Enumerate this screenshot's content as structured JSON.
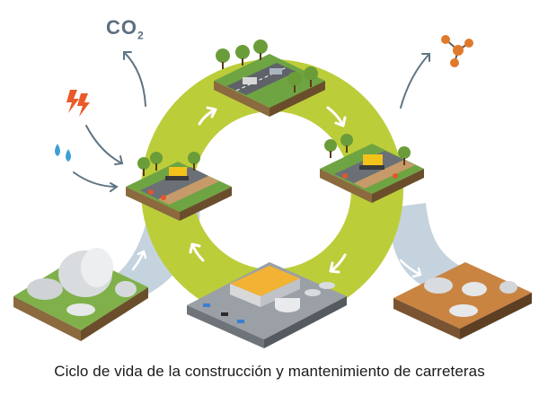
{
  "caption": "Ciclo de vida de la construcción y mantenimiento de carreteras",
  "emission": {
    "label": "CO",
    "subscript": "2"
  },
  "colors": {
    "ring": "#bccd3a",
    "flow_band": "#c5d3de",
    "arrow": "#ffffff",
    "side_arrow": "#5f7483",
    "co2": "#5c6f80",
    "energy": "#ea5a2a",
    "water": "#3b9fd8",
    "molecule": "#e07a2a"
  },
  "stages": [
    "raw-materials",
    "road-construction",
    "road-in-use",
    "road-maintenance",
    "end-of-life",
    "recycling-plant"
  ]
}
